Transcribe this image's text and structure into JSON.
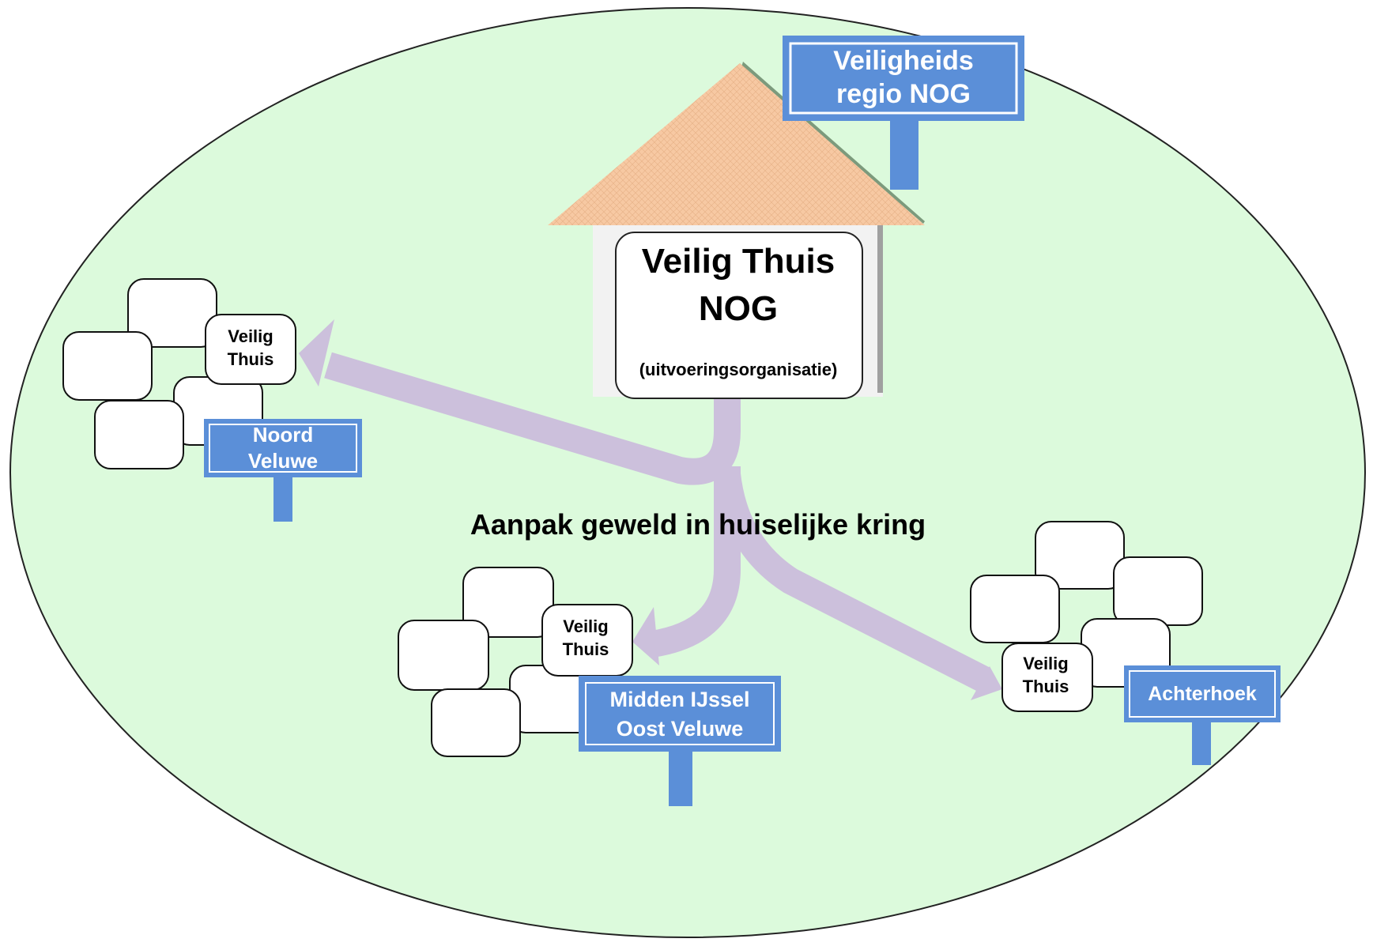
{
  "center": {
    "line1": "Veilig Thuis",
    "line2": "NOG",
    "subtitle": "(uitvoeringsorganisatie)"
  },
  "region_sign": {
    "line1": "Veiligheids",
    "line2": "regio NOG"
  },
  "caption": "Aanpak geweld in huiselijke kring",
  "branches": [
    {
      "house_line1": "Veilig",
      "house_line2": "Thuis",
      "sign_line1": "Noord",
      "sign_line2": "Veluwe"
    },
    {
      "house_line1": "Veilig",
      "house_line2": "Thuis",
      "sign_line1": "Midden IJssel",
      "sign_line2": "Oost Veluwe"
    },
    {
      "house_line1": "Veilig",
      "house_line2": "Thuis",
      "sign_line1": "Achterhoek"
    }
  ],
  "colors": {
    "region_fill": "#dcfadc",
    "roof": "#f7c9a3",
    "sign_blue": "#5b8fd8",
    "arrow": "#ccc0dc"
  }
}
